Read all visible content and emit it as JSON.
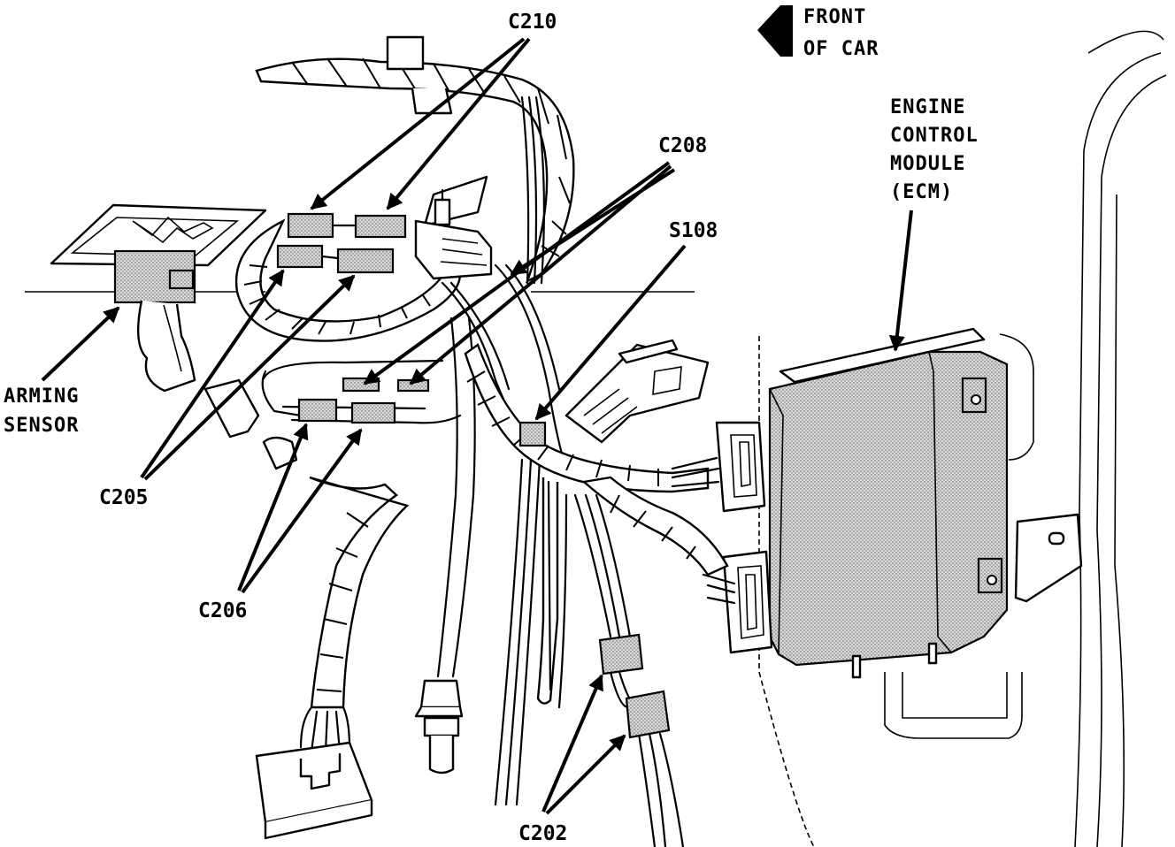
{
  "labels": {
    "c210": "C210",
    "c208": "C208",
    "s108": "S108",
    "c205": "C205",
    "c206": "C206",
    "c202": "C202",
    "arming_line1": "ARMING",
    "arming_line2": "SENSOR",
    "front_line1": "FRONT",
    "front_line2": "OF CAR",
    "ecm_line1": "ENGINE",
    "ecm_line2": "CONTROL",
    "ecm_line3": "MODULE",
    "ecm_line4": "(ECM)"
  }
}
